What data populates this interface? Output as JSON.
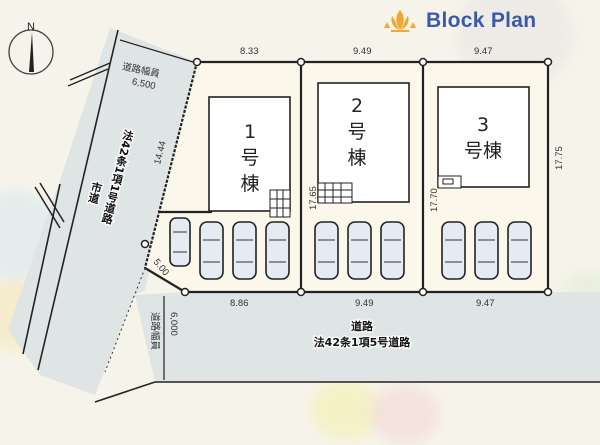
{
  "brand": {
    "logo_icon": "lotus-icon",
    "title": "Block Plan",
    "colors": {
      "logo": "#f0a830",
      "text": "#3a5aa8"
    }
  },
  "compass": {
    "label": "N"
  },
  "roads": {
    "left": {
      "width_label": "道路幅員",
      "width_value": "6,500",
      "line1": "法42条1項1号道路",
      "line2": "市道"
    },
    "bottom": {
      "width_label": "道路幅員",
      "width_value": "6,000",
      "line1": "道路",
      "line2": "法42条1項5号道路"
    },
    "color": "#dfe4e4"
  },
  "lots": [
    {
      "number": "1",
      "suffix": "号棟",
      "top_dim": "8.33",
      "bottom_dim": "8.86",
      "left_dim": "14.44",
      "corner_dim": "5.00",
      "parking": 4
    },
    {
      "number": "2",
      "suffix": "号棟",
      "top_dim": "9.49",
      "bottom_dim": "9.49",
      "side_dim": "17.65",
      "parking": 3
    },
    {
      "number": "3",
      "suffix": "号棟",
      "top_dim": "9.47",
      "bottom_dim": "9.47",
      "side_dim": "17.70",
      "right_dim": "17.75",
      "parking": 3
    }
  ]
}
